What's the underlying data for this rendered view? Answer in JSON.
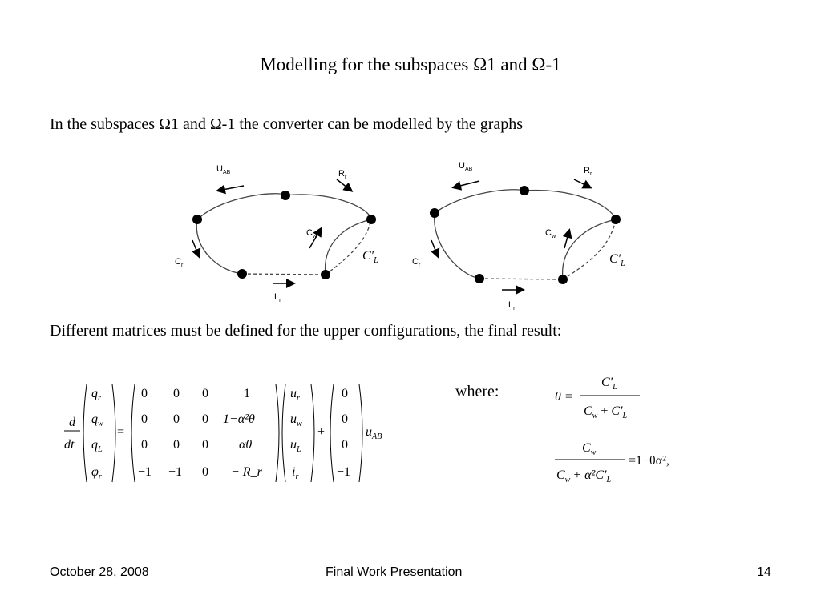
{
  "slide": {
    "title": "Modelling for the subspaces Ω1 and Ω-1",
    "intro": "In the subspaces Ω1 and Ω-1 the converter can be modelled by the graphs",
    "result_text": "Different matrices must be defined for the upper configurations, the final result:",
    "where_label": "where:"
  },
  "graph_labels": {
    "uab_main": "U",
    "uab_sub": "AB",
    "rr_main": "R",
    "rr_sub": "r",
    "cw_main": "C",
    "cw_sub": "w",
    "cr_main": "C",
    "cr_sub": "r",
    "lr_main": "L",
    "lr_sub": "r",
    "clprime_main": "C′",
    "clprime_sub": "L"
  },
  "equation": {
    "d": "d",
    "dt": "dt",
    "equals": "=",
    "plus": "+",
    "state_vector": [
      [
        "q",
        "r"
      ],
      [
        "q",
        "w"
      ],
      [
        "q",
        "L"
      ],
      [
        "φ",
        "r"
      ]
    ],
    "matrix": [
      [
        "0",
        "0",
        "0",
        "1"
      ],
      [
        "0",
        "0",
        "0",
        "1−α²θ"
      ],
      [
        "0",
        "0",
        "0",
        "αθ"
      ],
      [
        "−1",
        "−1",
        "0",
        "− R_r"
      ]
    ],
    "input_vector": [
      [
        "u",
        "r"
      ],
      [
        "u",
        "w"
      ],
      [
        "u",
        "L"
      ],
      [
        "i",
        "r"
      ]
    ],
    "input_column": [
      "0",
      "0",
      "0",
      "−1"
    ],
    "uab_main": "u",
    "uab_sub": "AB"
  },
  "definitions": {
    "theta_lhs": "θ =",
    "theta_num": "C′",
    "theta_num_sub": "L",
    "theta_den_a": "C",
    "theta_den_a_sub": "w",
    "theta_den_plus": "+",
    "theta_den_b": "C′",
    "theta_den_b_sub": "L",
    "second_num": "C",
    "second_num_sub": "w",
    "second_den_a": "C",
    "second_den_a_sub": "w",
    "second_den_plus": "+ α²",
    "second_den_b": "C′",
    "second_den_b_sub": "L",
    "second_rhs": "=1−θα²,"
  },
  "footer": {
    "date": "October 28, 2008",
    "presentation": "Final Work Presentation",
    "page_number": "14"
  }
}
